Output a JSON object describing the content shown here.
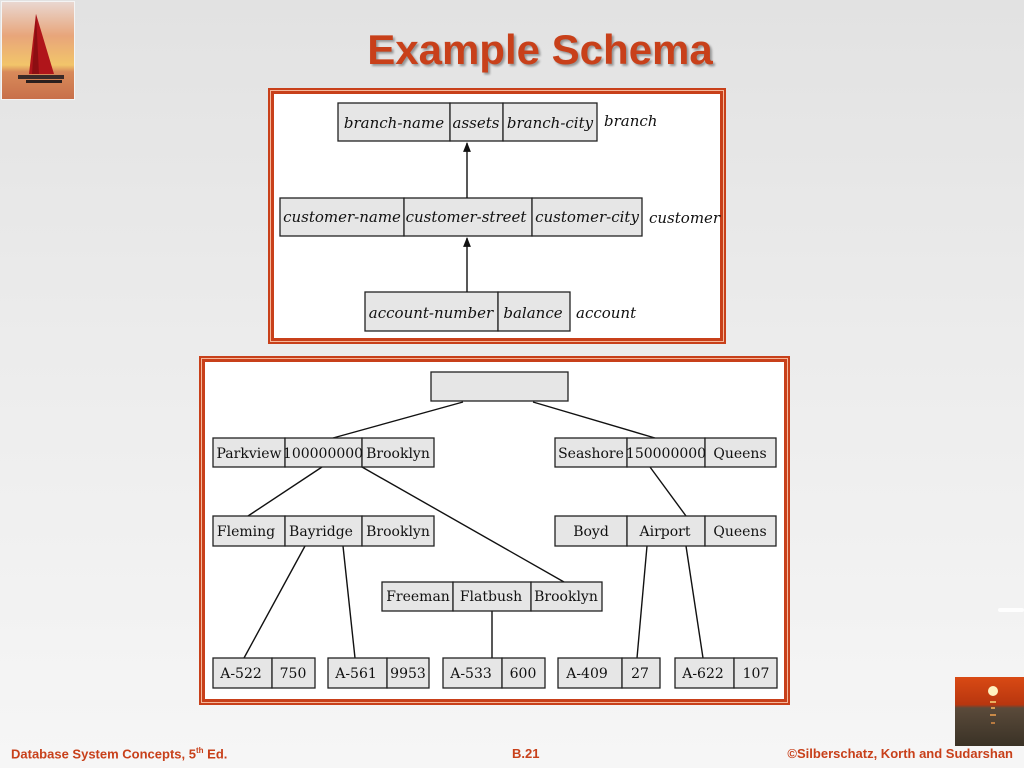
{
  "slide": {
    "title": "Example Schema",
    "footer_left_main": "Database System Concepts, 5",
    "footer_left_sup": "th",
    "footer_left_tail": " Ed.",
    "footer_center": "B.21",
    "footer_right": "©Silberschatz, Korth and Sudarshan",
    "accent_color": "#c8401a",
    "logo_top_icon": "sailboat-sunset-image",
    "logo_bottom_icon": "sunset-sea-image"
  },
  "schema_diagram": {
    "relations": [
      {
        "name": "branch",
        "attributes": [
          "branch-name",
          "assets",
          "branch-city"
        ]
      },
      {
        "name": "customer",
        "attributes": [
          "customer-name",
          "customer-street",
          "customer-city"
        ]
      },
      {
        "name": "account",
        "attributes": [
          "account-number",
          "balance"
        ]
      }
    ],
    "references": [
      {
        "from": "account",
        "to": "customer"
      },
      {
        "from": "customer",
        "to": "branch"
      }
    ]
  },
  "instance_tree": {
    "root": {
      "values": []
    },
    "level1": [
      {
        "values": [
          "Parkview",
          "100000000",
          "Brooklyn"
        ]
      },
      {
        "values": [
          "Seashore",
          "150000000",
          "Queens"
        ]
      }
    ],
    "level2": [
      {
        "values": [
          "Fleming",
          "Bayridge",
          "Brooklyn"
        ]
      },
      {
        "values": [
          "Freeman",
          "Flatbush",
          "Brooklyn"
        ]
      },
      {
        "values": [
          "Boyd",
          "Airport",
          "Queens"
        ]
      }
    ],
    "leaves": [
      {
        "values": [
          "A-522",
          "750"
        ]
      },
      {
        "values": [
          "A-561",
          "9953"
        ]
      },
      {
        "values": [
          "A-533",
          "600"
        ]
      },
      {
        "values": [
          "A-409",
          "27"
        ]
      },
      {
        "values": [
          "A-622",
          "107"
        ]
      }
    ]
  }
}
